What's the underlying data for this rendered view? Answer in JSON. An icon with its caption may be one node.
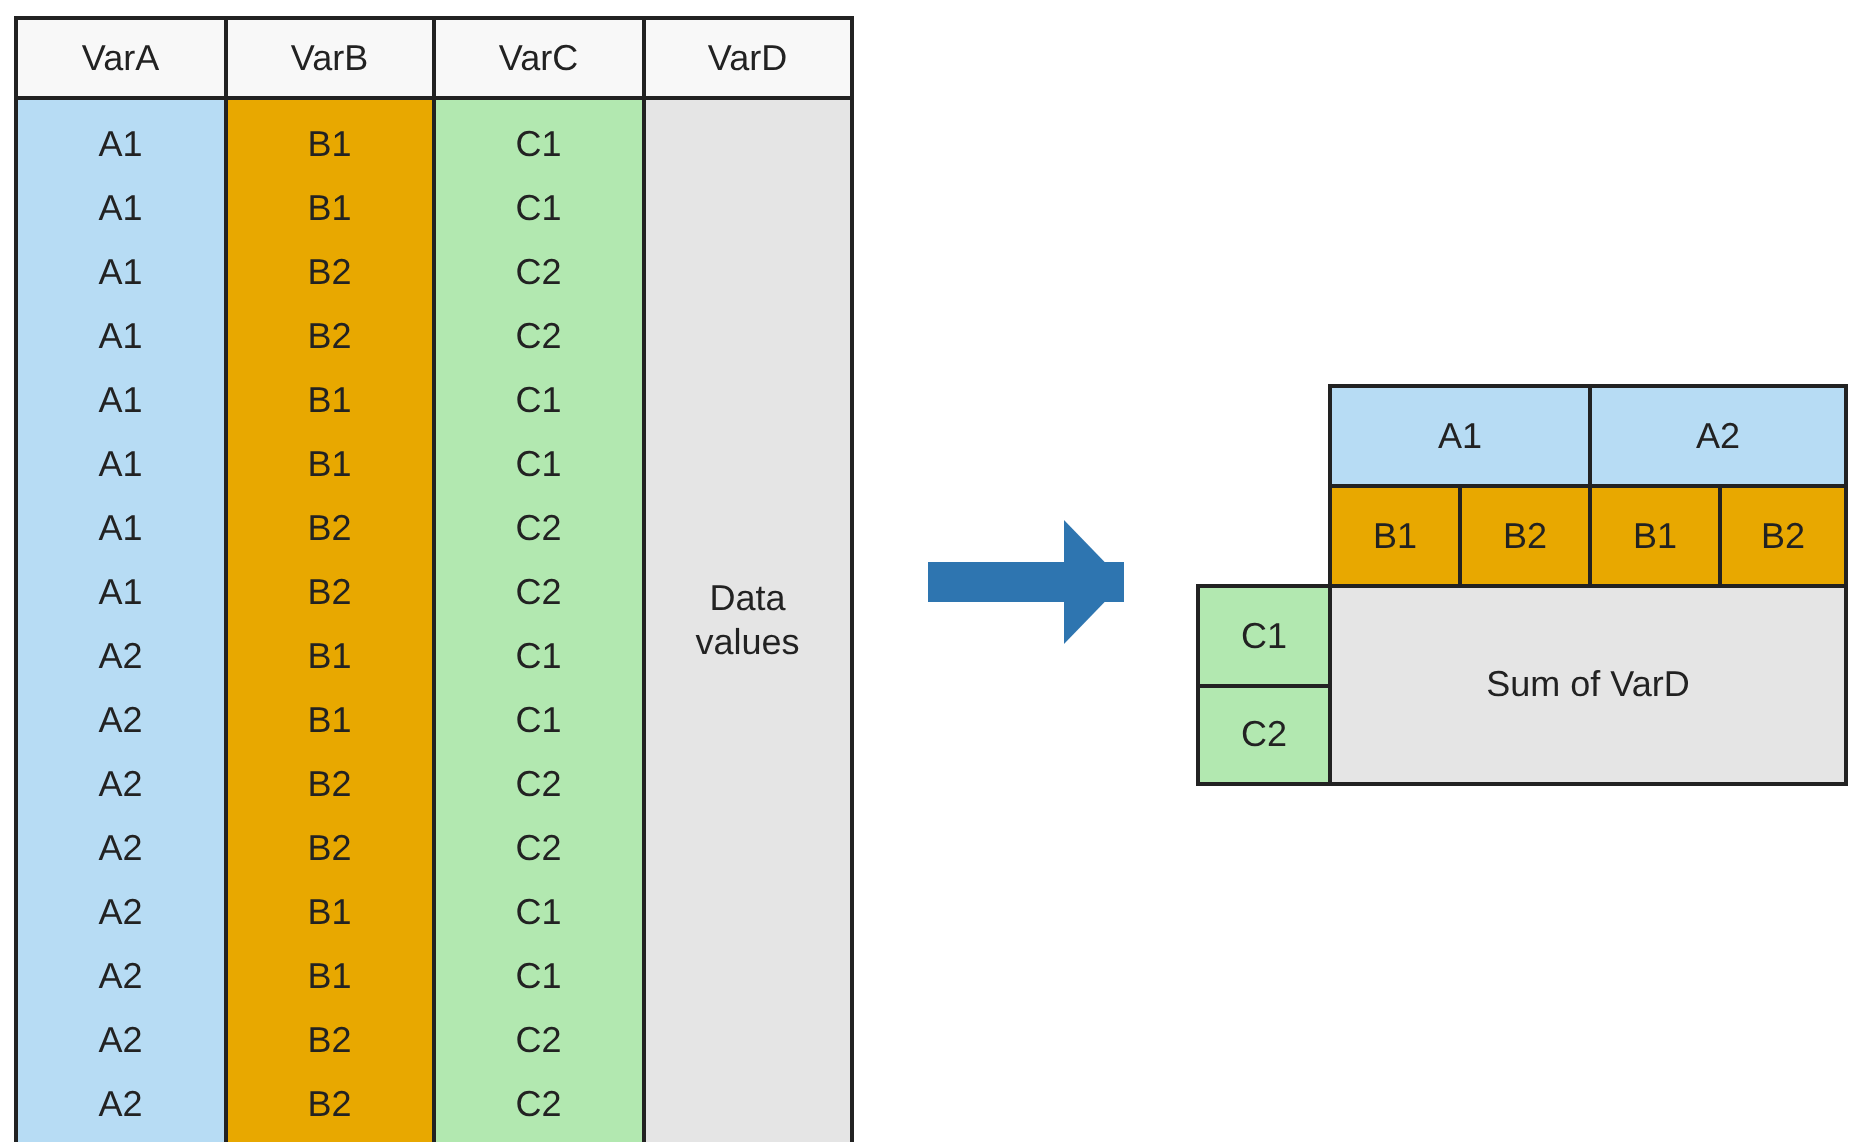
{
  "diagram": {
    "nodes": [
      {
        "text": [],
        "shape": "box"
      },
      {
        "text": [],
        "shape": "box"
      }
    ],
    "edges": [
      {
        "from": 0,
        "to": 1,
        "arrow": "to"
      }
    ],
    "labels": [
      "VarA",
      "VarB",
      "VarC",
      "VarD",
      "A1",
      "B1",
      "C1",
      "A1",
      "B1",
      "C1",
      "A1",
      "B2",
      "C2",
      "A1",
      "B2",
      "C2",
      "A1",
      "B1",
      "C1",
      "A1",
      "B1",
      "C1",
      "A1",
      "B2",
      "C2",
      "A1",
      "B2",
      "C2",
      "A2",
      "B1",
      "C1",
      "A2",
      "B1",
      "C1",
      "A2",
      "B2",
      "C2",
      "A2",
      "B2",
      "C2",
      "A2",
      "B1",
      "C1",
      "A2",
      "B1",
      "C1",
      "A2",
      "B2",
      "C2",
      "A2",
      "B2",
      "C2",
      "Data values",
      "A1",
      "A2",
      "B1",
      "B2",
      "B1",
      "B2",
      "C1",
      "C2",
      "Sum of VarD"
    ]
  }
}
